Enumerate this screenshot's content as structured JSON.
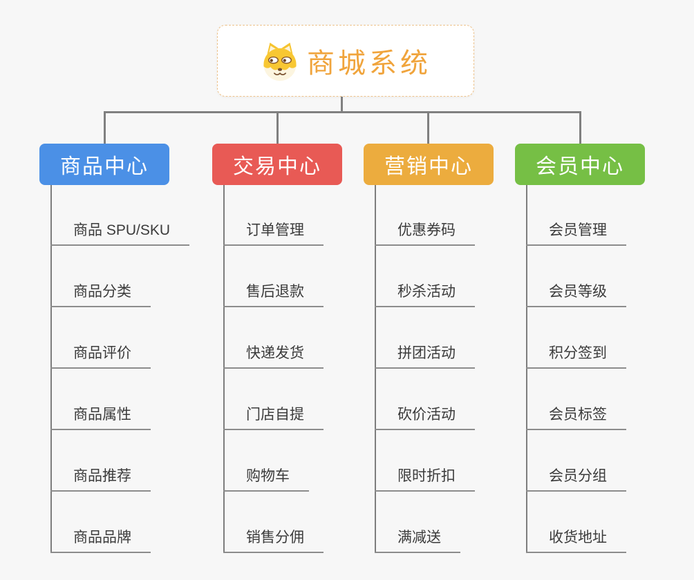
{
  "root": {
    "title": "商城系统",
    "icon": "shiba-dog-icon",
    "title_color": "#f0a43c",
    "border_color": "#eec28a"
  },
  "branches": [
    {
      "label": "商品中心",
      "color": "#4b90e6",
      "children": [
        "商品 SPU/SKU",
        "商品分类",
        "商品评价",
        "商品属性",
        "商品推荐",
        "商品品牌"
      ]
    },
    {
      "label": "交易中心",
      "color": "#e85a55",
      "children": [
        "订单管理",
        "售后退款",
        "快递发货",
        "门店自提",
        "购物车",
        "销售分佣"
      ]
    },
    {
      "label": "营销中心",
      "color": "#ecac3e",
      "children": [
        "优惠券码",
        "秒杀活动",
        "拼团活动",
        "砍价活动",
        "限时折扣",
        "满减送"
      ]
    },
    {
      "label": "会员中心",
      "color": "#76bf45",
      "children": [
        "会员管理",
        "会员等级",
        "积分签到",
        "会员标签",
        "会员分组",
        "收货地址"
      ]
    }
  ],
  "connector_color": "#808080",
  "background_color": "#f7f7f7"
}
